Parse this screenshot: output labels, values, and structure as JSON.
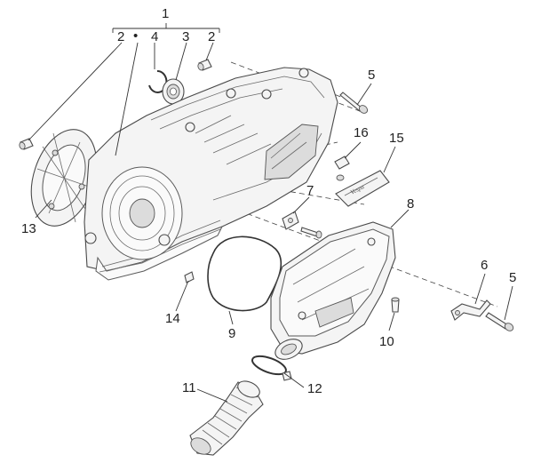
{
  "callouts": {
    "c1": "1",
    "c2a": "2",
    "bullet": "•",
    "c4": "4",
    "c3": "3",
    "c2b": "2",
    "c5a": "5",
    "c16": "16",
    "c15": "15",
    "c7": "7",
    "c8": "8",
    "c13": "13",
    "c14": "14",
    "c9": "9",
    "c6": "6",
    "c5b": "5",
    "c10": "10",
    "c11": "11",
    "c12": "12"
  }
}
